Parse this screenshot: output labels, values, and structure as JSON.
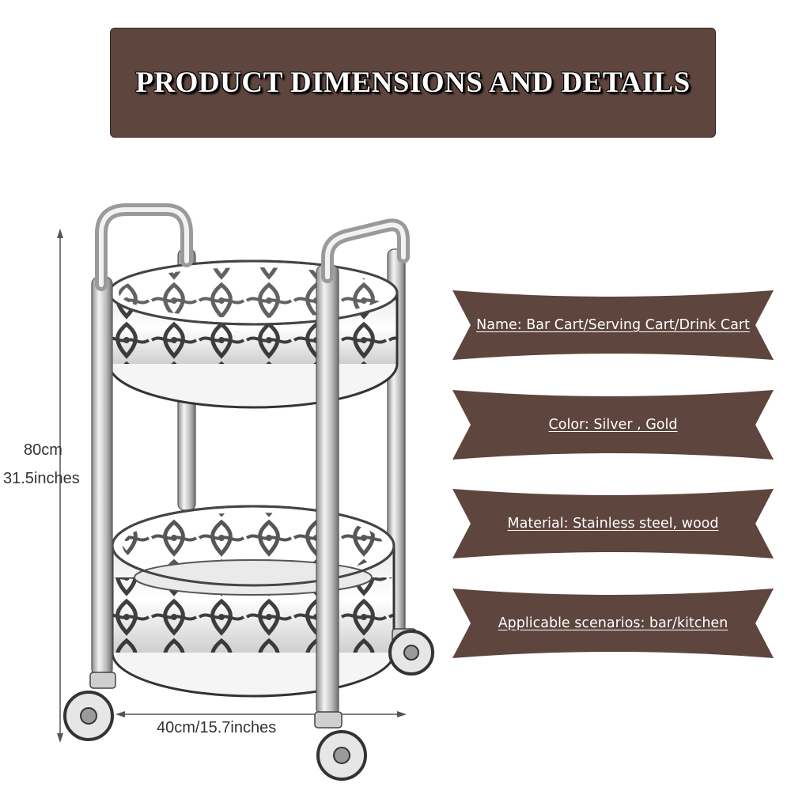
{
  "header": {
    "title": "PRODUCT DIMENSIONS AND DETAILS"
  },
  "colors": {
    "banner": "#5e453d",
    "header": "#5e453d",
    "text": "#ffffff",
    "metal": "#b8b8b8"
  },
  "dimensions": {
    "height_cm": "80cm",
    "height_in": "31.5inches",
    "width": "40cm/15.7inches"
  },
  "details": [
    {
      "label": "Name: Bar Cart/Serving Cart/Drink Cart"
    },
    {
      "label": "Color: Silver , Gold"
    },
    {
      "label": "Material: Stainless steel, wood"
    },
    {
      "label": "Applicable scenarios: bar/kitchen"
    }
  ]
}
